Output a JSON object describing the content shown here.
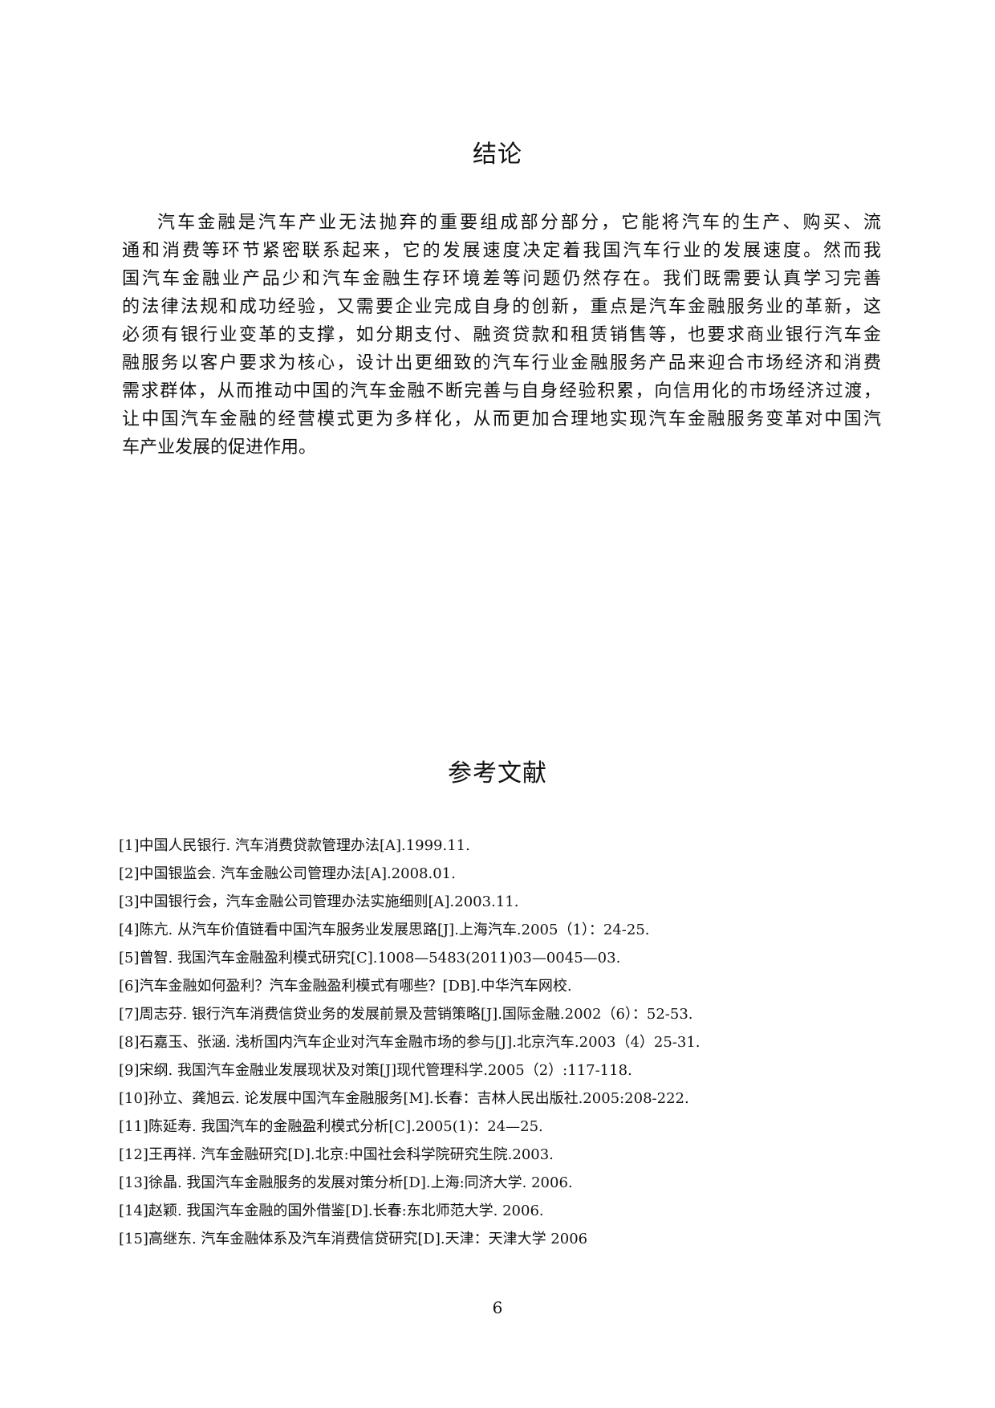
{
  "conclusion": {
    "title": "结论",
    "lines": [
      "汽车金融是汽车产业无法抛弃的重要组成部分部分，它能将汽车的生产、购买、流",
      "通和消费等环节紧密联系起来，它的发展速度决定着我国汽车行业的发展速度。然而我",
      "国汽车金融业产品少和汽车金融生存环境差等问题仍然存在。我们既需要认真学习完善",
      "的法律法规和成功经验，又需要企业完成自身的创新，重点是汽车金融服务业的革新，这",
      "必须有银行业变革的支撑，如分期支付、融资贷款和租赁销售等，也要求商业银行汽车金",
      "融服务以客户要求为核心，设计出更细致的汽车行业金融服务产品来迎合市场经济和消费",
      "需求群体，从而推动中国的汽车金融不断完善与自身经验积累，向信用化的市场经济过渡，",
      "让中国汽车金融的经营模式更为多样化，从而更加合理地实现汽车金融服务变革对中国汽",
      "车产业发展的促进作用。"
    ]
  },
  "references": {
    "title": "参考文献",
    "items": [
      "[1]中国人民银行. 汽车消费贷款管理办法[A].1999.11.",
      "[2]中国银监会. 汽车金融公司管理办法[A].2008.01.",
      "[3]中国银行会，汽车金融公司管理办法实施细则[A].2003.11.",
      "[4]陈亢. 从汽车价值链看中国汽车服务业发展思路[J].上海汽车.2005（1）：24-25.",
      "[5]曾智. 我国汽车金融盈利模式研究[C].1008—5483(2011)03—0045—03.",
      "[6]汽车金融如何盈利？汽车金融盈利模式有哪些？[DB].中华汽车网校.",
      "[7]周志芬. 银行汽车消费信贷业务的发展前景及营销策略[J].国际金融.2002（6）：52-53.",
      "[8]石嘉玉、张涵. 浅析国内汽车企业对汽车金融市场的参与[J].北京汽车.2003（4）25-31.",
      "[9]宋纲. 我国汽车金融业发展现状及对策[J]现代管理科学.2005（2）:117-118.",
      "[10]孙立、龚旭云. 论发展中国汽车金融服务[M].长春：吉林人民出版社.2005:208-222.",
      "[11]陈延寿. 我国汽车的金融盈利模式分析[C].2005(1)：24—25.",
      "[12]王再祥. 汽车金融研究[D].北京:中国社会科学院研究生院.2003.",
      "[13]徐晶.  我国汽车金融服务的发展对策分析[D].上海:同济大学. 2006.",
      "[14]赵颖.  我国汽车金融的国外借鉴[D].长春:东北师范大学. 2006.",
      "[15]高继东.  汽车金融体系及汽车消费信贷研究[D].天津：天津大学  2006"
    ]
  },
  "page_number": "6"
}
